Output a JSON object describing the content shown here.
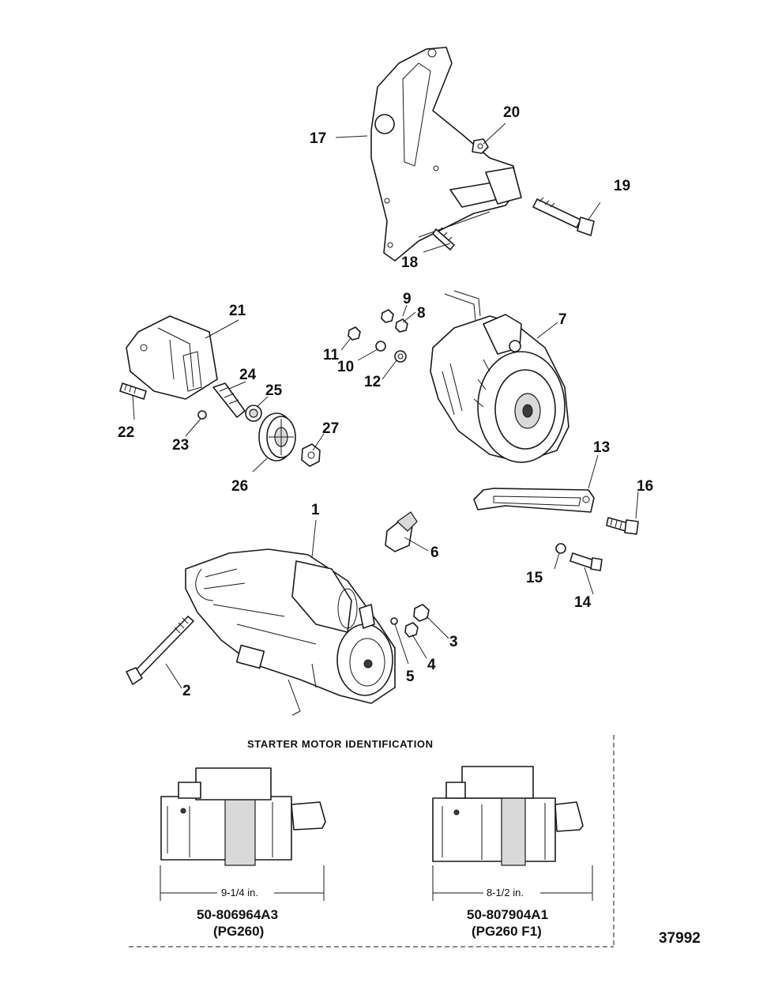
{
  "callouts": {
    "c1": "1",
    "c2": "2",
    "c3": "3",
    "c4": "4",
    "c5": "5",
    "c6": "6",
    "c7": "7",
    "c8": "8",
    "c9": "9",
    "c10": "10",
    "c11": "11",
    "c12": "12",
    "c13": "13",
    "c14": "14",
    "c15": "15",
    "c16": "16",
    "c17": "17",
    "c18": "18",
    "c19": "19",
    "c20": "20",
    "c21": "21",
    "c22": "22",
    "c23": "23",
    "c24": "24",
    "c25": "25",
    "c26": "26",
    "c27": "27"
  },
  "identification": {
    "title": "STARTER MOTOR IDENTIFICATION",
    "left": {
      "dimension": "9-1/4 in.",
      "part_number": "50-806964A3",
      "model": "(PG260)"
    },
    "right": {
      "dimension": "8-1/2 in.",
      "part_number": "50-807904A1",
      "model": "(PG260 F1)"
    }
  },
  "figure_number": "37992"
}
